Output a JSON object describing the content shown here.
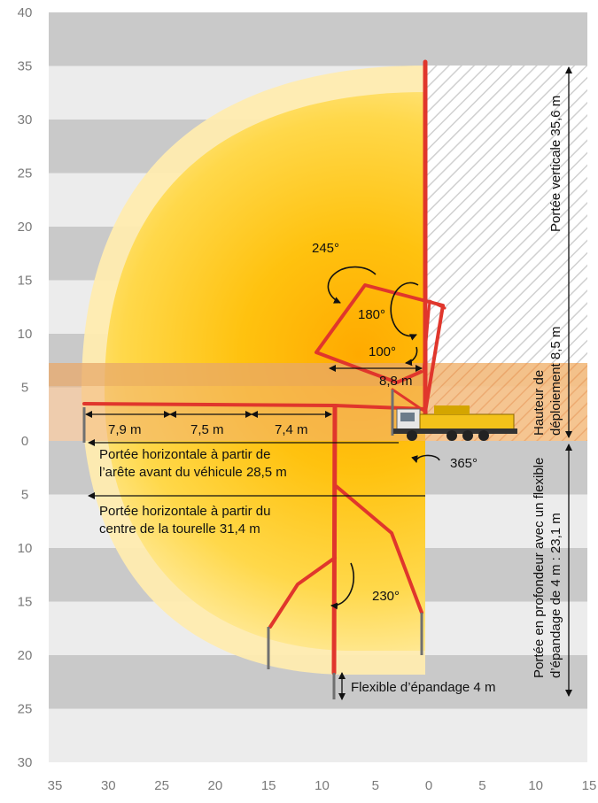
{
  "colors": {
    "band_dark": "#c9c9c9",
    "band_light": "#ececec",
    "reach_outer": "#ffeaa0",
    "reach_inner": "#ffc21a",
    "reach_core": "#ffb000",
    "boom_red": "#e0362c",
    "orange_band": "#f0a35a",
    "truck_yellow": "#f3c21a"
  },
  "axes": {
    "y_ticks": [
      "40",
      "35",
      "30",
      "25",
      "20",
      "15",
      "10",
      "5",
      "0",
      "5",
      "10",
      "15",
      "20",
      "25",
      "30"
    ],
    "x_ticks": [
      "35",
      "30",
      "25",
      "20",
      "15",
      "10",
      "5",
      "0",
      "5",
      "10",
      "15"
    ]
  },
  "dimensions": {
    "seg1": "7,9 m",
    "seg2": "7,5 m",
    "seg3": "7,4 m",
    "turret_reach": "8,8 m"
  },
  "angles": {
    "a245": "245°",
    "a180": "180°",
    "a100": "100°",
    "a365": "365°",
    "a230": "230°"
  },
  "reach": {
    "front_line1": "Portée horizontale à partir de",
    "front_line2": "l’arête avant du véhicule 28,5 m",
    "center_line1": "Portée horizontale à partir du",
    "center_line2": "centre de la tourelle 31,4 m"
  },
  "hose_label": "Flexible d’épandage 4 m",
  "vertical_labels": {
    "vertical_reach": "Portée verticale 35,6 m",
    "deploy_line1": "Hauteur de",
    "deploy_line2": "déploiement 8,5 m",
    "depth_line1": "Portée en profondeur avec un flexible",
    "depth_line2": "d’épandage de 4 m : 23,1 m"
  }
}
